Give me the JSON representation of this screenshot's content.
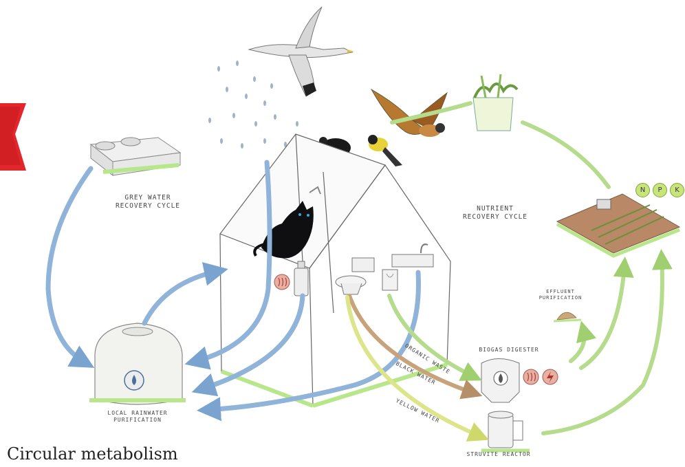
{
  "labels": {
    "grey_water": [
      "GREY WATER",
      "RECOVERY CYCLE"
    ],
    "nutrient": [
      "NUTRIENT",
      "RECOVERY CYCLE"
    ],
    "rainwater": [
      "LOCAL RAINWATER",
      "PURIFICATION"
    ],
    "biogas": "BIOGAS DIGESTER",
    "effluent": [
      "EFFLUENT",
      "PURIFICATION"
    ],
    "organic_waste": "ORGANIC WASTE",
    "black_water": "BLACK WATER",
    "yellow_water": "YELLOW WATER",
    "struvite": "STRUVITE REACTOR"
  },
  "npk": [
    "N",
    "P",
    "K"
  ],
  "caption": "Circular metabolism",
  "colors": {
    "blue_flow": "#8fb3d9",
    "green_flow": "#b5dc8c",
    "yellow_flow": "#dde58a",
    "brown_flow": "#c7a27a",
    "ground": "#b8e68a",
    "red_accent": "#e3262b"
  }
}
